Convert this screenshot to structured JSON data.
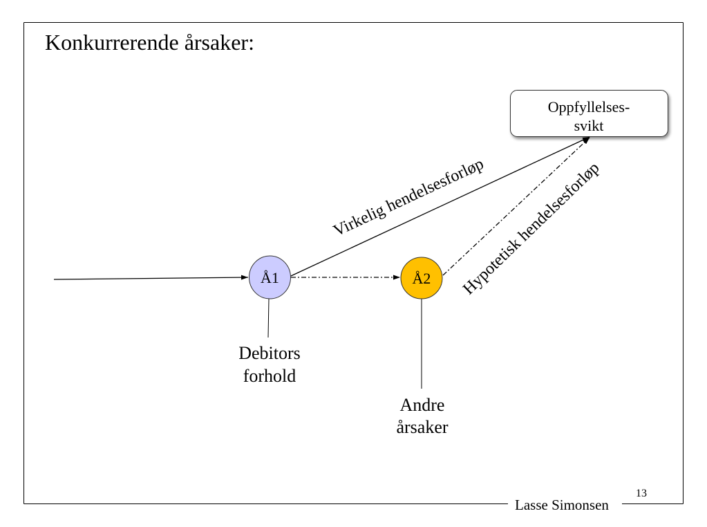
{
  "slide": {
    "title": "Konkurrerende årsaker:",
    "page_number": "13",
    "footer_author": "Lasse Simonsen"
  },
  "diagram": {
    "outcome": {
      "lines": [
        "Oppfyllelses-",
        "svikt"
      ]
    },
    "nodes": [
      {
        "label": "Å1",
        "fill": "#ccccff",
        "caption": [
          "Debitors",
          "forhold"
        ]
      },
      {
        "label": "Å2",
        "fill": "#ffc000",
        "caption": [
          "Andre",
          "årsaker"
        ]
      }
    ],
    "edge_labels": {
      "actual": "Virkelig hendelsesforløp",
      "hypothetical": "Hypotetisk hendelsesforløp"
    }
  }
}
